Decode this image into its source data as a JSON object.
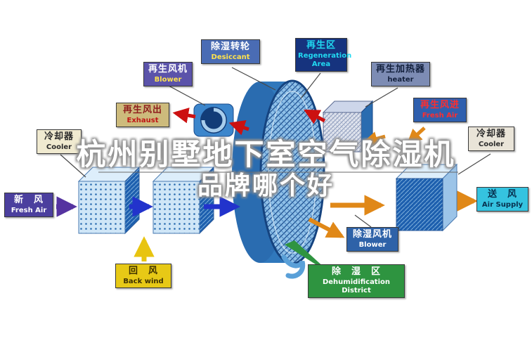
{
  "title": {
    "line1": "杭州别墅地下室空气除湿机",
    "line2": "品牌哪个好"
  },
  "labels": {
    "desiccant": {
      "zh": "除湿转轮",
      "en": "Desiccant",
      "bg": "#4a6cb4",
      "zh_color": "#ffffff",
      "en_color": "#ffe34d"
    },
    "regeneration_area": {
      "zh": "再生区",
      "en": "Regeneration Area",
      "bg": "#16337e",
      "zh_color": "#21d9f1",
      "en_color": "#21d9f1"
    },
    "regen_blower": {
      "zh": "再生风机",
      "en": "Blower",
      "bg": "#5b53aa",
      "zh_color": "#ffffff",
      "en_color": "#ffe34d"
    },
    "regen_heater": {
      "zh": "再生加热器",
      "en": "heater",
      "bg": "#7d8cb4",
      "zh_color": "#14213d",
      "en_color": "#14213d"
    },
    "exhaust": {
      "zh": "再生风出",
      "en": "Exhaust",
      "bg": "#cdbb7c",
      "zh_color": "#8f1d1d",
      "en_color": "#c01414"
    },
    "regen_fresh_air": {
      "zh": "再生风进",
      "en": "Fresh Air",
      "bg": "#2f5fae",
      "zh_color": "#ff2e2e",
      "en_color": "#ff2e2e"
    },
    "cooler_left": {
      "zh": "冷却器",
      "en": "Cooler",
      "bg": "#f0ead0",
      "zh_color": "#2b2b2b",
      "en_color": "#2b2b2b"
    },
    "cooler_right": {
      "zh": "冷却器",
      "en": "Cooler",
      "bg": "#e9e4d8",
      "zh_color": "#2b2b2b",
      "en_color": "#2b2b2b"
    },
    "fresh_air": {
      "zh": "新　风",
      "en": "Fresh Air",
      "bg": "#4b3f9e",
      "zh_color": "#ffffff",
      "en_color": "#ffffff"
    },
    "air_supply": {
      "zh": "送　风",
      "en": "Air Supply",
      "bg": "#35c3e0",
      "zh_color": "#07304e",
      "en_color": "#07304e"
    },
    "back_wind": {
      "zh": "回　风",
      "en": "Back wind",
      "bg": "#e7c916",
      "zh_color": "#3d3000",
      "en_color": "#3d3000"
    },
    "dehumid_blower": {
      "zh": "除湿风机",
      "en": "Blower",
      "bg": "#2e62a8",
      "zh_color": "#ffffff",
      "en_color": "#ffffff"
    },
    "dehumid_district": {
      "zh": "除　湿　区",
      "en": "Dehumidification District",
      "bg": "#2e9440",
      "zh_color": "#ffffff",
      "en_color": "#ffffff"
    }
  },
  "colors": {
    "background": "#ffffff",
    "wheel_body": "#3078bc",
    "wheel_face": "#8fc0e8",
    "arrow_red": "#cc1111",
    "arrow_orange": "#e08818",
    "arrow_blue": "#2233cc",
    "arrow_purple": "#5533a0",
    "arrow_yellow": "#e8c410",
    "pointer_green": "#2f9440"
  }
}
